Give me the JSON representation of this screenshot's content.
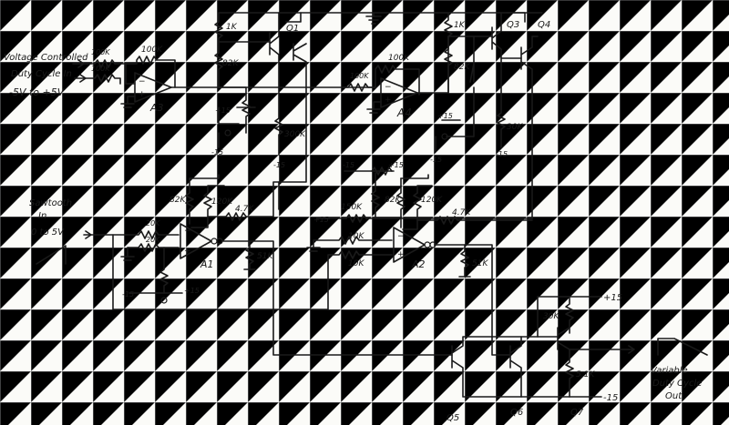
{
  "input_vc": {
    "line1": "Voltage Controlled",
    "line2": "Duty Cycle In",
    "range": "-5V to +5V"
  },
  "input_saw": {
    "line1": "Sawtooth",
    "line2": "In",
    "range": "0 to 5V"
  },
  "output": {
    "line1": "Variable",
    "line2": "Duty Cycle",
    "line3": "Out"
  },
  "opamps": {
    "a1": "A1",
    "a2": "A2",
    "a3": "A3",
    "a4": "A4"
  },
  "transistors": {
    "q1": "Q1",
    "q3": "Q3",
    "q4": "Q4",
    "q5": "Q5",
    "q6": "Q6",
    "q7": "Q7"
  },
  "resistors": {
    "a3_in1": "100K",
    "a3_in2": "100K",
    "a3_fb": "100K",
    "q1_top": "1K",
    "q1_mid": "82K",
    "q1_emit": "300K",
    "a4_in": "100K",
    "a4_fb": "100K",
    "q3_top": "1K",
    "q3_mid": "82K",
    "q4_emit": "30K",
    "a1_82k": "82K",
    "a1_120k": "120K",
    "a1_47k": "4.7K",
    "a1_in": "20K",
    "a1_gnd": "20K",
    "a1_out": "51K",
    "a2_150k": "150K",
    "a2_82k": "82K",
    "a2_120k": "120K",
    "a2_47k": "4.7K",
    "a2_in1": "10K",
    "a2_in2": "10K",
    "a2_out": "51K",
    "q7_col": "30K",
    "q7_emit": "5.1K"
  },
  "rails": {
    "pos": "+15",
    "neg": "-15"
  }
}
